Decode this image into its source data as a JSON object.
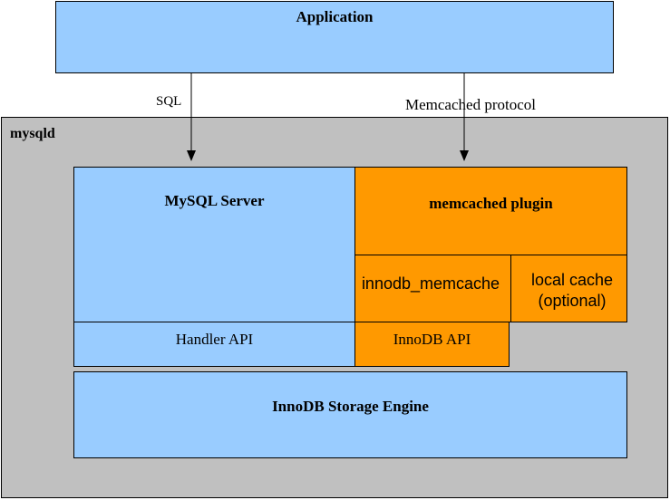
{
  "application": {
    "label": "Application"
  },
  "edges": {
    "sql": "SQL",
    "memcached_protocol": "Memcached protocol"
  },
  "mysqld": {
    "label": "mysqld"
  },
  "mysql_server": {
    "label": "MySQL Server"
  },
  "handler_api": {
    "label": "Handler API"
  },
  "memcached_plugin": {
    "label": "memcached plugin"
  },
  "innodb_memcache": {
    "label": "innodb_memcache"
  },
  "local_cache": {
    "line1": "local cache",
    "line2": "(optional)"
  },
  "innodb_api": {
    "label": "InnoDB API"
  },
  "innodb_storage_engine": {
    "label": "InnoDB Storage Engine"
  },
  "colors": {
    "blue_fill": "#99ccff",
    "orange_fill": "#ff9900",
    "gray_fill": "#c0c0c0"
  }
}
